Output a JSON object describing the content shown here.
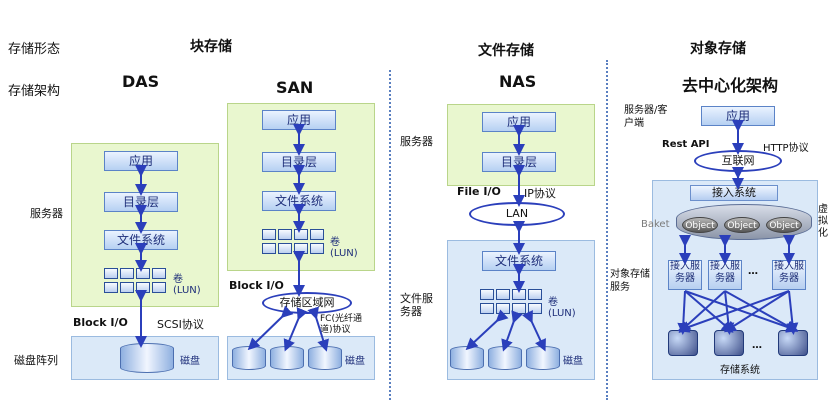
{
  "row_labels": {
    "form": "存储形态",
    "arch": "存储架构"
  },
  "categories": {
    "block": "块存储",
    "file": "文件存储",
    "object": "对象存储"
  },
  "architectures": {
    "das": "DAS",
    "san": "SAN",
    "nas": "NAS",
    "decentral": "去中心化架构"
  },
  "layers": {
    "app": "应用",
    "dir": "目录层",
    "fs": "文件系统"
  },
  "das": {
    "server": "服务器",
    "lun_label": "卷\n(LUN)",
    "block_io": "Block I/O",
    "scsi": "SCSI协议",
    "disk_array": "磁盘阵列",
    "disk": "磁盘"
  },
  "san": {
    "lun_label": "卷\n(LUN)",
    "block_io": "Block I/O",
    "network": "存储区域网",
    "fc": "FC(光纤通道)协议",
    "disk": "磁盘"
  },
  "nas": {
    "server": "服务器",
    "file_io": "File I/O",
    "ip": "IP协议",
    "lan": "LAN",
    "file_server": "文件服务器",
    "lun_label": "卷\n(LUN)",
    "disk": "磁盘"
  },
  "object": {
    "client": "服务器/客户端",
    "rest": "Rest API",
    "http": "HTTP协议",
    "internet": "互联网",
    "access": "接入系统",
    "bucket": "Baket",
    "object_item": "Object",
    "virtual": "虚拟化",
    "service": "对象存储服务",
    "access_server": "接入服务器",
    "ellipsis": "…",
    "storage": "存储系统"
  }
}
